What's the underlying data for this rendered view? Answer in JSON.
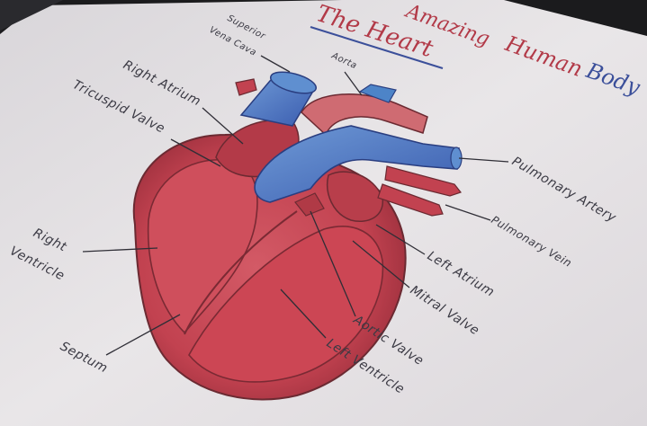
{
  "title": {
    "prefix": "Amazing",
    "word_human": "Human",
    "word_body": "Body",
    "subtitle": "The Heart"
  },
  "labels": {
    "superior_vena_cava_line1": "Superior",
    "superior_vena_cava_line2": "Vena Cava",
    "aorta": "Aorta",
    "right_atrium": "Right Atrium",
    "tricuspid_valve": "Tricuspid Valve",
    "right_ventricle_line1": "Right",
    "right_ventricle_line2": "Ventricle",
    "septum": "Septum",
    "pulmonary_artery": "Pulmonary Artery",
    "pulmonary_vein": "Pulmonary Vein",
    "left_atrium": "Left Atrium",
    "mitral_valve": "Mitral Valve",
    "aortic_valve": "Aortic Valve",
    "left_ventricle": "Left Ventricle"
  },
  "colors": {
    "paper": "#e7e4e6",
    "ink": "#3b3a44",
    "title_red": "#b23a48",
    "title_blue": "#3b4f9a",
    "heart_red": "#c24250",
    "heart_dark": "#8f2a37",
    "vessel_blue": "#4a78c4",
    "vessel_blue_dark": "#3654a8",
    "vessel_light": "#6aa3d8"
  }
}
